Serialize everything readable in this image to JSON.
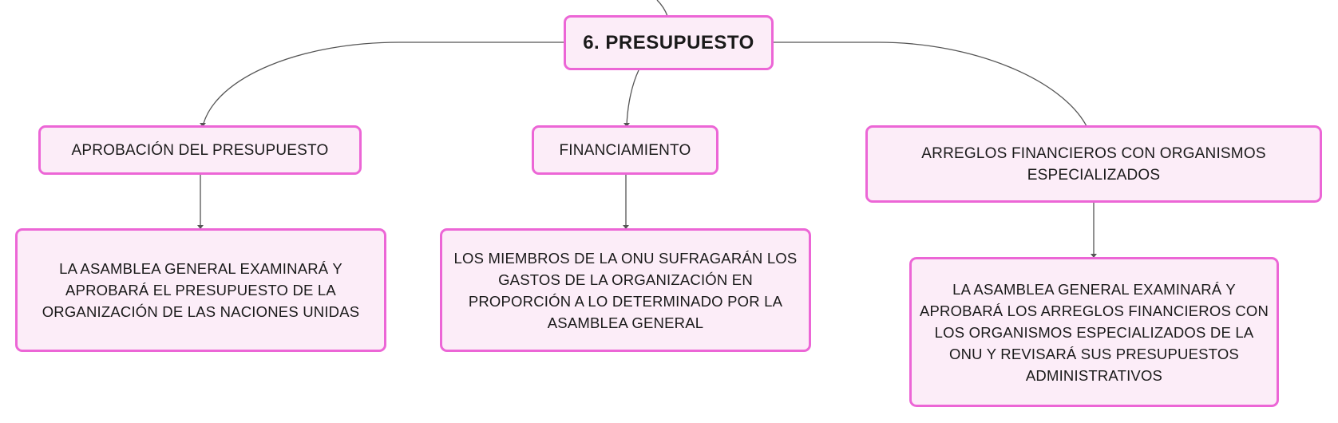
{
  "diagram": {
    "root": {
      "label": "6. PRESUPUESTO"
    },
    "branches": [
      {
        "label": "APROBACIÓN DEL PRESUPUESTO",
        "detail": "LA ASAMBLEA GENERAL EXAMINARÁ Y APROBARÁ EL PRESUPUESTO DE LA ORGANIZACIÓN DE LAS NACIONES UNIDAS"
      },
      {
        "label": "FINANCIAMIENTO",
        "detail": "LOS MIEMBROS DE LA ONU SUFRAGARÁN LOS GASTOS DE LA ORGANIZACIÓN EN PROPORCIÓN A LO DETERMINADO POR LA ASAMBLEA GENERAL"
      },
      {
        "label": "ARREGLOS FINANCIEROS CON ORGANISMOS ESPECIALIZADOS",
        "detail": "LA ASAMBLEA GENERAL EXAMINARÁ Y APROBARÁ LOS ARREGLOS FINANCIEROS CON LOS ORGANISMOS ESPECIALIZADOS DE LA ONU Y REVISARÁ SUS PRESUPUESTOS ADMINISTRATIVOS"
      }
    ],
    "colors": {
      "node_fill": "#fcedf8",
      "node_border": "#ec66d6",
      "connector": "#555555"
    }
  }
}
